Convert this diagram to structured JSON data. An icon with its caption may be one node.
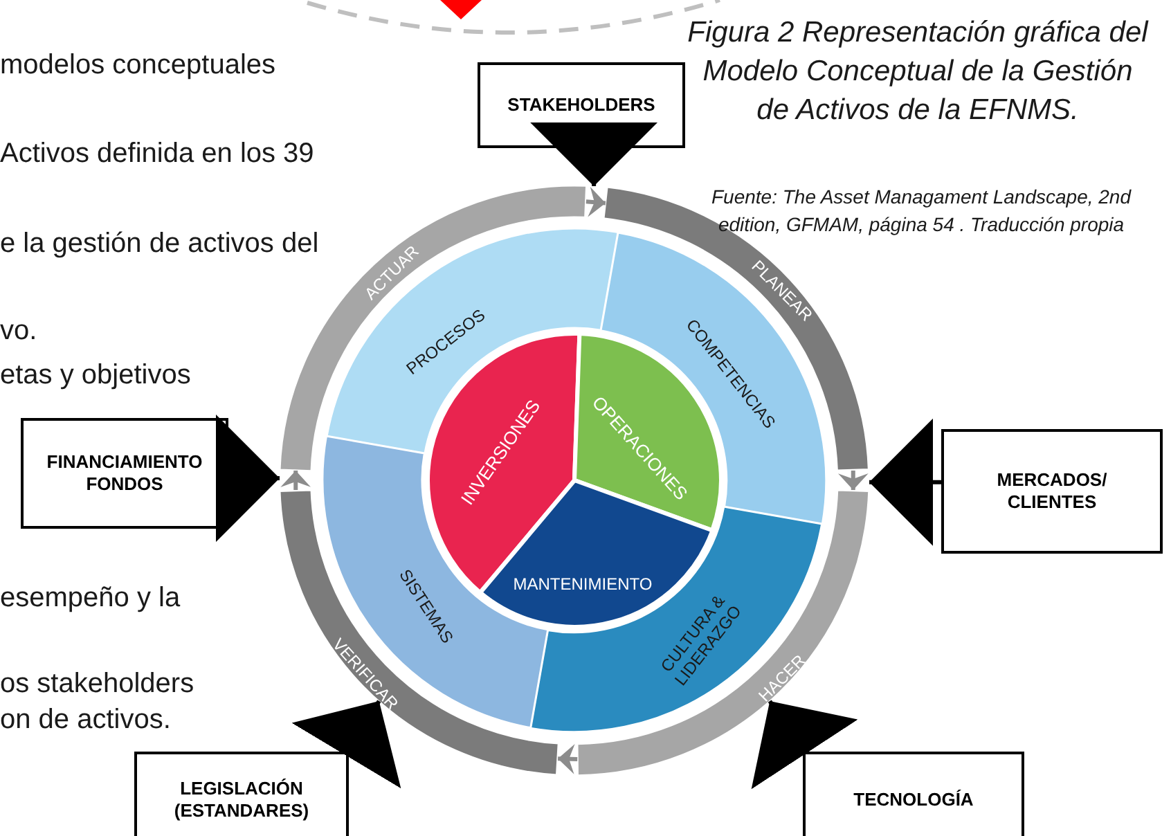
{
  "diagram": {
    "caption": "Figura 2 Representación gráfica del Modelo Conceptual de la Gestión de Activos de la EFNMS.",
    "nodes": [
      {
        "text": [
          "STAKEHOLDERS"
        ]
      },
      {
        "text": [
          "FINANCIAMIENTO FONDOS"
        ]
      },
      {
        "text": [
          "MERCADOS/ CLIENTES"
        ]
      },
      {
        "text": [],
        "shape": "circle"
      },
      {
        "text": [
          "ACTUAR"
        ],
        "in": 3
      },
      {
        "text": [
          "PLANEAR"
        ],
        "in": 3
      },
      {
        "text": [
          "HACER"
        ],
        "in": 3
      },
      {
        "text": [
          "VERIFICAR"
        ],
        "in": 3
      },
      {
        "text": [
          "PROCESOS"
        ],
        "in": 3
      },
      {
        "text": [
          "COMPETENCIAS"
        ],
        "in": 3
      },
      {
        "text": [
          "CULTURA & LIDERAZGO"
        ],
        "in": 3
      },
      {
        "text": [
          "SISTEMAS"
        ],
        "in": 3
      },
      {
        "text": [
          "INVERSIONES"
        ],
        "in": 3
      },
      {
        "text": [
          "OPERACIONES"
        ],
        "in": 3
      },
      {
        "text": [
          "MANTENIMIENTO"
        ],
        "in": 3
      },
      {
        "text": [
          "LEGISLACIÓN (ESTANDARES)"
        ]
      },
      {
        "text": [
          "TECNOLOGÍA"
        ]
      }
    ],
    "edges": [
      {
        "from": 0,
        "to": 3,
        "arrow": "to"
      },
      {
        "from": 1,
        "to": 3,
        "arrow": "to"
      },
      {
        "from": 2,
        "to": 3,
        "arrow": "to"
      },
      {
        "from": 15,
        "to": 7,
        "arrow": "to"
      },
      {
        "from": 16,
        "to": 6,
        "arrow": "to"
      },
      {
        "from": 4,
        "to": 5,
        "arrow": "to",
        "color": "#8c8c8c"
      },
      {
        "from": 5,
        "to": 6,
        "arrow": "to",
        "color": "#8c8c8c"
      },
      {
        "from": 6,
        "to": 7,
        "arrow": "to",
        "color": "#8c8c8c"
      },
      {
        "from": 7,
        "to": 4,
        "arrow": "to",
        "color": "#8c8c8c"
      }
    ],
    "labels": [
      "modelos conceptuales",
      "Activos definida en los 39",
      "e la gestión de activos del",
      "vo.",
      "etas y objetivos",
      "esempeño y la",
      "os stakeholders",
      "on de activos.",
      "Fuente: The Asset Managament Landscape, 2nd edition, GFMAM, página 54 . Traducción propia"
    ]
  }
}
